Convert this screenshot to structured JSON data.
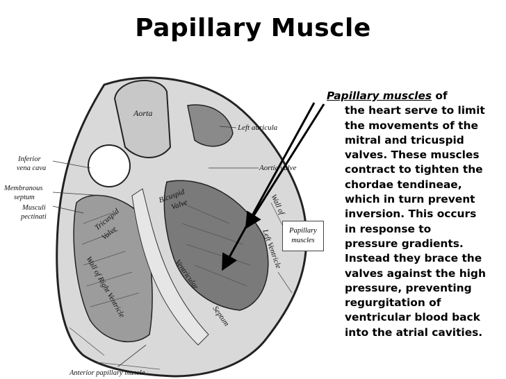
{
  "title": "Papillary Muscle",
  "figure": {
    "labels": {
      "aorta": "Aorta",
      "left_auricula": "Left auricula",
      "aortic_valve": "Aortic valve",
      "inferior_vena_cava_1": "Inferior",
      "inferior_vena_cava_2": "vena cava",
      "membranous_septum_1": "Membranous",
      "membranous_septum_2": "septum",
      "musculi_pectinati_1": "Musculi",
      "musculi_pectinati_2": "pectinati",
      "tricuspid_valve_1": "Tricuspid",
      "tricuspid_valve_2": "Valve",
      "bicuspid_valve_1": "Bicuspid",
      "bicuspid_valve_2": "Valve",
      "wall_left_ventricle_1": "Wall of",
      "wall_left_ventricle_2": "Left Ventricle",
      "wall_right_ventricle": "Wall of Right Ventricle",
      "ventricular_septum_1": "Ventricular",
      "ventricular_septum_2": "Septum",
      "anterior_papillary_muscle": "Anterior papillary muscle"
    },
    "callout_1": "Papillary",
    "callout_2": "muscles"
  },
  "description": {
    "lead": "Papillary muscles",
    "first_rest": " of",
    "lines": [
      "the heart serve to limit",
      "the movements of the",
      "mitral and tricuspid",
      "valves. These muscles",
      "contract to tighten the",
      "chordae tendineae,",
      "which in turn prevent",
      "inversion. This occurs",
      "in response to",
      "pressure gradients.",
      "Instead they brace the",
      "valves against the high",
      "pressure, preventing",
      "regurgitation of",
      "ventricular blood back",
      "into the atrial cavities."
    ]
  }
}
